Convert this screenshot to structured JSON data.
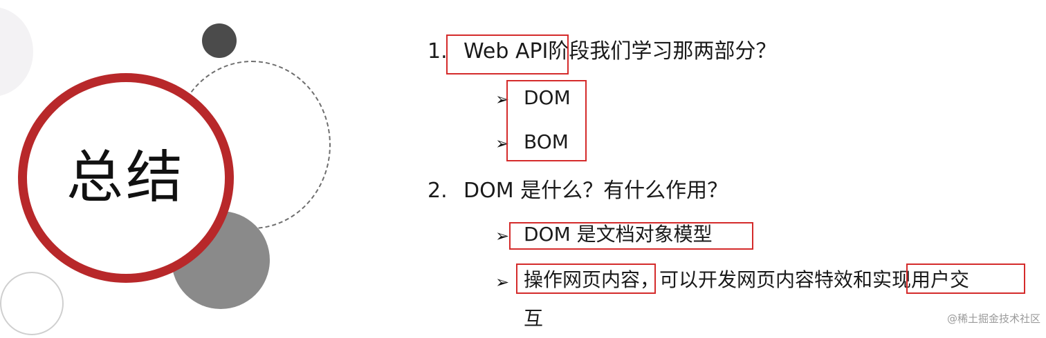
{
  "slide": {
    "title": "总结",
    "q1": {
      "number": "1.",
      "text": "Web API阶段我们学习那两部分？",
      "answers": [
        "DOM",
        "BOM"
      ]
    },
    "q2": {
      "number": "2.",
      "text": "DOM 是什么？有什么作用？",
      "answers": {
        "a1": "DOM 是文档对象模型",
        "a2_part1": "操作网页内容",
        "a2_part2": "，可以开发网页内容特效和",
        "a2_part3": "实现用户交",
        "a2_wrap": "互"
      }
    },
    "bullet_glyph": "➢",
    "watermark": "@稀土掘金技术社区"
  },
  "colors": {
    "accent_red": "#b8282a",
    "highlight_red": "#d42a2a",
    "dark_dot": "#4b4b4b",
    "gray_disc": "#8a8a8a"
  }
}
